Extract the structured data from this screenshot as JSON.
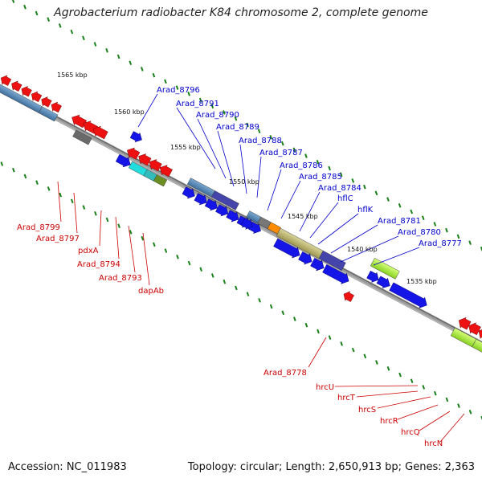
{
  "title": "Agrobacterium radiobacter K84 chromosome 2, complete genome",
  "footer": {
    "accession": "Accession: NC_011983",
    "topology": "Topology: circular; Length: 2,650,913 bp; Genes: 2,363"
  },
  "colors": {
    "forward_strand": "#0000ee",
    "reverse_strand": "#ee0000",
    "backbone": "#808080",
    "ticks": "#1a801a"
  },
  "ruler": {
    "labels": [
      "1565 kbp",
      "1560 kbp",
      "1555 kbp",
      "1550 kbp",
      "1545 kbp",
      "1540 kbp",
      "1535 kbp"
    ]
  },
  "labels": {
    "forward": [
      "Arad_8796",
      "Arad_8791",
      "Arad_8790",
      "Arad_8789",
      "Arad_8788",
      "Arad_8787",
      "Arad_8786",
      "Arad_8785",
      "Arad_8784",
      "hflC",
      "hflK",
      "Arad_8781",
      "Arad_8780",
      "Arad_8777"
    ],
    "reverse": [
      "Arad_8799",
      "Arad_8797",
      "pdxA",
      "Arad_8794",
      "Arad_8793",
      "dapAb",
      "Arad_8778",
      "hrcU",
      "hrcT",
      "hrcS",
      "hrcR",
      "hrcQ",
      "hrcN"
    ]
  }
}
